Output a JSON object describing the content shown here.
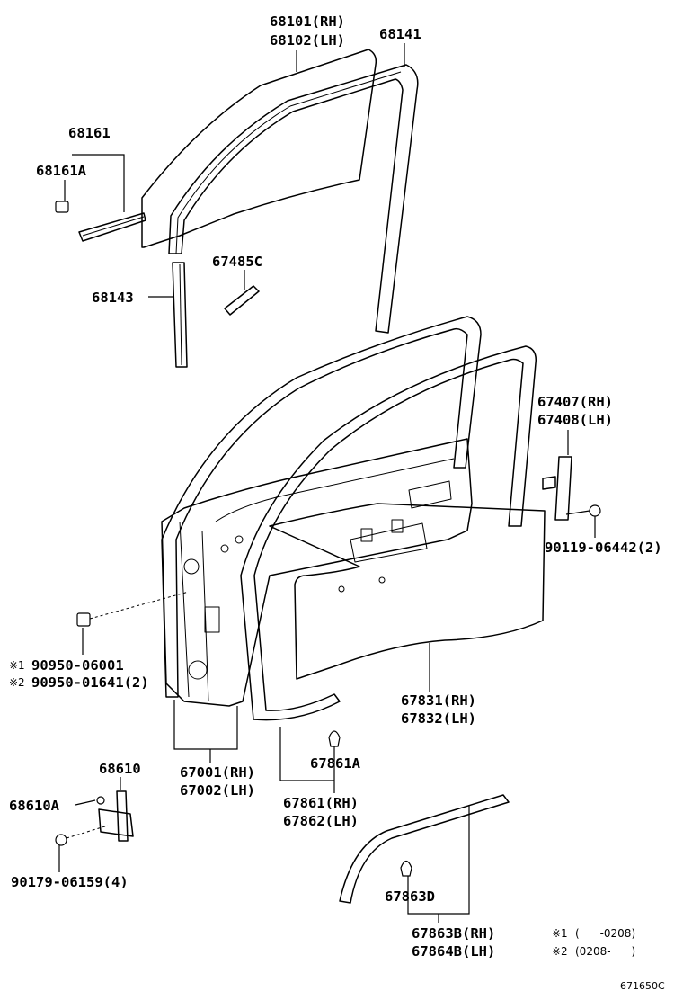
{
  "labels": {
    "l68101": "68101(RH)",
    "l68102": "68102(LH)",
    "l68141": "68141",
    "l68161": "68161",
    "l68161A": "68161A",
    "l68143": "68143",
    "l67485C": "67485C",
    "l67407": "67407(RH)",
    "l67408": "67408(LH)",
    "l90119": "90119-06442(2)",
    "l90950_1": "90950-06001",
    "l90950_2": "90950-01641(2)",
    "l67831": "67831(RH)",
    "l67832": "67832(LH)",
    "l68610": "68610",
    "l68610A": "68610A",
    "l67001": "67001(RH)",
    "l67002": "67002(LH)",
    "l67861A": "67861A",
    "l67861": "67861(RH)",
    "l67862": "67862(LH)",
    "l90179": "90179-06159(4)",
    "l67863D": "67863D",
    "l67863B": "67863B(RH)",
    "l67864B": "67864B(LH)"
  },
  "footnotes": {
    "mark1": "※1",
    "mark2": "※2",
    "note1_mark": "※1",
    "note1_text": "(      -0208)",
    "note2_mark": "※2",
    "note2_text": "(0208-      )"
  },
  "figure_ref": "671650C"
}
